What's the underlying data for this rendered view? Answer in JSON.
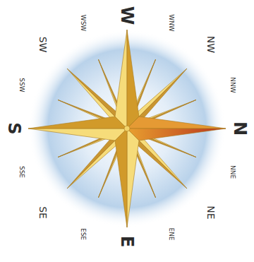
{
  "diagram": {
    "labels": [
      "W",
      "WNW",
      "NW",
      "NNW",
      "N",
      "NNE",
      "NE",
      "ENE",
      "E",
      "ESE",
      "SE",
      "SSE",
      "S",
      "SSW",
      "SW",
      "WSW"
    ]
  }
}
